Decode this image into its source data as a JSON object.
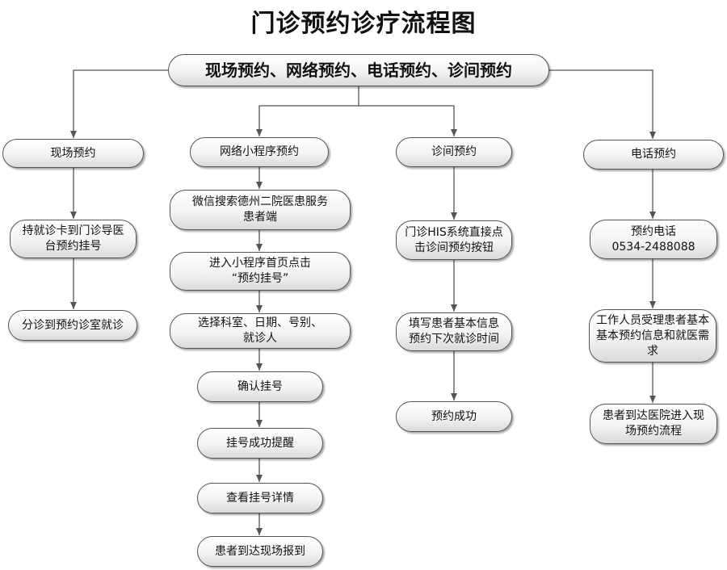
{
  "title": "门诊预约诊疗流程图",
  "root": "现场预约、网络预约、电话预约、诊间预约",
  "columns": [
    {
      "head": "现场预约",
      "steps": [
        "持就诊卡到门诊导医\n台预约挂号",
        "分诊到预约诊室就诊"
      ]
    },
    {
      "head": "网络小程序预约",
      "steps": [
        "微信搜索德州二院医患服务\n患者端",
        "进入小程序首页点击\n“预约挂号”",
        "选择科室、日期、号别、\n就诊人",
        "确认挂号",
        "挂号成功提醒",
        "查看挂号详情",
        "患者到达现场报到"
      ]
    },
    {
      "head": "诊间预约",
      "steps": [
        "门诊HIS系统直接点\n击诊间预约按钮",
        "填写患者基本信息\n预约下次就诊时间",
        "预约成功"
      ]
    },
    {
      "head": "电话预约",
      "steps": [
        "预约电话\n0534-2488088",
        "工作人员受理患者基本\n基本预约信息和就医需\n求",
        "患者到达医院进入现\n场预约流程"
      ]
    }
  ]
}
